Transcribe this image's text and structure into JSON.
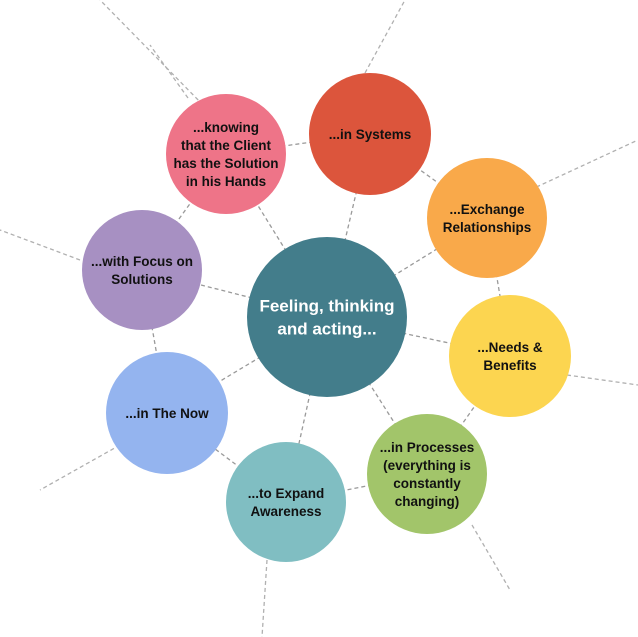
{
  "diagram": {
    "center": {
      "lines": [
        "Feeling, thinking",
        "and acting..."
      ],
      "color": "#437d8b"
    },
    "nodes": [
      {
        "id": "systems",
        "lines": [
          "...in Systems"
        ],
        "color": "#dc553c"
      },
      {
        "id": "exchange-relationships",
        "lines": [
          "...Exchange",
          "Relationships"
        ],
        "color": "#f9a94a"
      },
      {
        "id": "needs-benefits",
        "lines": [
          "...Needs &",
          "Benefits"
        ],
        "color": "#fcd550"
      },
      {
        "id": "processes",
        "lines": [
          "...in Processes",
          "(everything is",
          "constantly",
          "changing)"
        ],
        "color": "#a2c56a"
      },
      {
        "id": "expand-awareness",
        "lines": [
          "...to Expand",
          "Awareness"
        ],
        "color": "#80bec2"
      },
      {
        "id": "the-now",
        "lines": [
          "...in The Now"
        ],
        "color": "#94b4ef"
      },
      {
        "id": "focus-solutions",
        "lines": [
          "...with Focus on",
          "Solutions"
        ],
        "color": "#a790c2"
      },
      {
        "id": "client-solution",
        "lines": [
          "...knowing",
          "that the Client",
          "has the Solution",
          "in his Hands"
        ],
        "color": "#ee7488"
      }
    ]
  }
}
